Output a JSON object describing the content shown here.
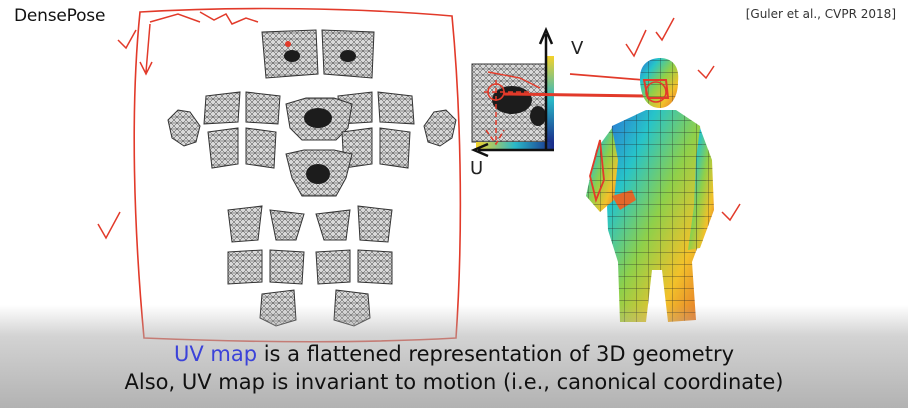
{
  "slide": {
    "title": "DensePose",
    "citation": "[Guler et al., CVPR 2018]",
    "axis_v": "V",
    "axis_u": "U",
    "caption_line1_highlight": "UV map",
    "caption_line1_rest": " is a flattened representation of 3D geometry",
    "caption_line2": "Also, UV map is invariant to motion (i.e., canonical coordinate)"
  },
  "colors": {
    "annotation_red": "#e23a2a",
    "highlight_blue": "#3b42d9",
    "mesh_gray": "#3a3a3a"
  }
}
